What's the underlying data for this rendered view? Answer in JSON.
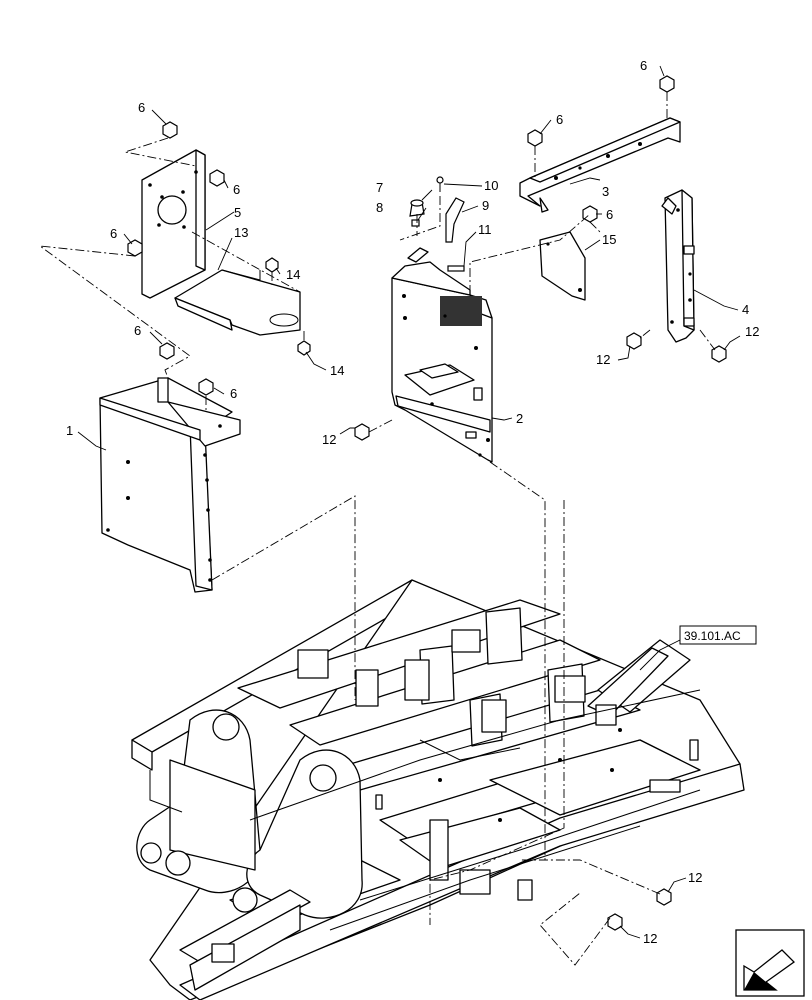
{
  "reference_box": {
    "label": "39.101.AC"
  },
  "callouts": [
    {
      "id": "c1",
      "label": "1"
    },
    {
      "id": "c2",
      "label": "2"
    },
    {
      "id": "c3",
      "label": "3"
    },
    {
      "id": "c4",
      "label": "4"
    },
    {
      "id": "c5",
      "label": "5"
    },
    {
      "id": "c6a",
      "label": "6"
    },
    {
      "id": "c6b",
      "label": "6"
    },
    {
      "id": "c6c",
      "label": "6"
    },
    {
      "id": "c6d",
      "label": "6"
    },
    {
      "id": "c6e",
      "label": "6"
    },
    {
      "id": "c6f",
      "label": "6"
    },
    {
      "id": "c6g",
      "label": "6"
    },
    {
      "id": "c6h",
      "label": "6"
    },
    {
      "id": "c7",
      "label": "7"
    },
    {
      "id": "c8",
      "label": "8"
    },
    {
      "id": "c9",
      "label": "9"
    },
    {
      "id": "c10",
      "label": "10"
    },
    {
      "id": "c11",
      "label": "11"
    },
    {
      "id": "c12a",
      "label": "12"
    },
    {
      "id": "c12b",
      "label": "12"
    },
    {
      "id": "c12c",
      "label": "12"
    },
    {
      "id": "c12d",
      "label": "12"
    },
    {
      "id": "c12e",
      "label": "12"
    },
    {
      "id": "c13",
      "label": "13"
    },
    {
      "id": "c14a",
      "label": "14"
    },
    {
      "id": "c14b",
      "label": "14"
    },
    {
      "id": "c15",
      "label": "15"
    }
  ],
  "icons": {
    "navigation": "direction-arrow-icon"
  }
}
